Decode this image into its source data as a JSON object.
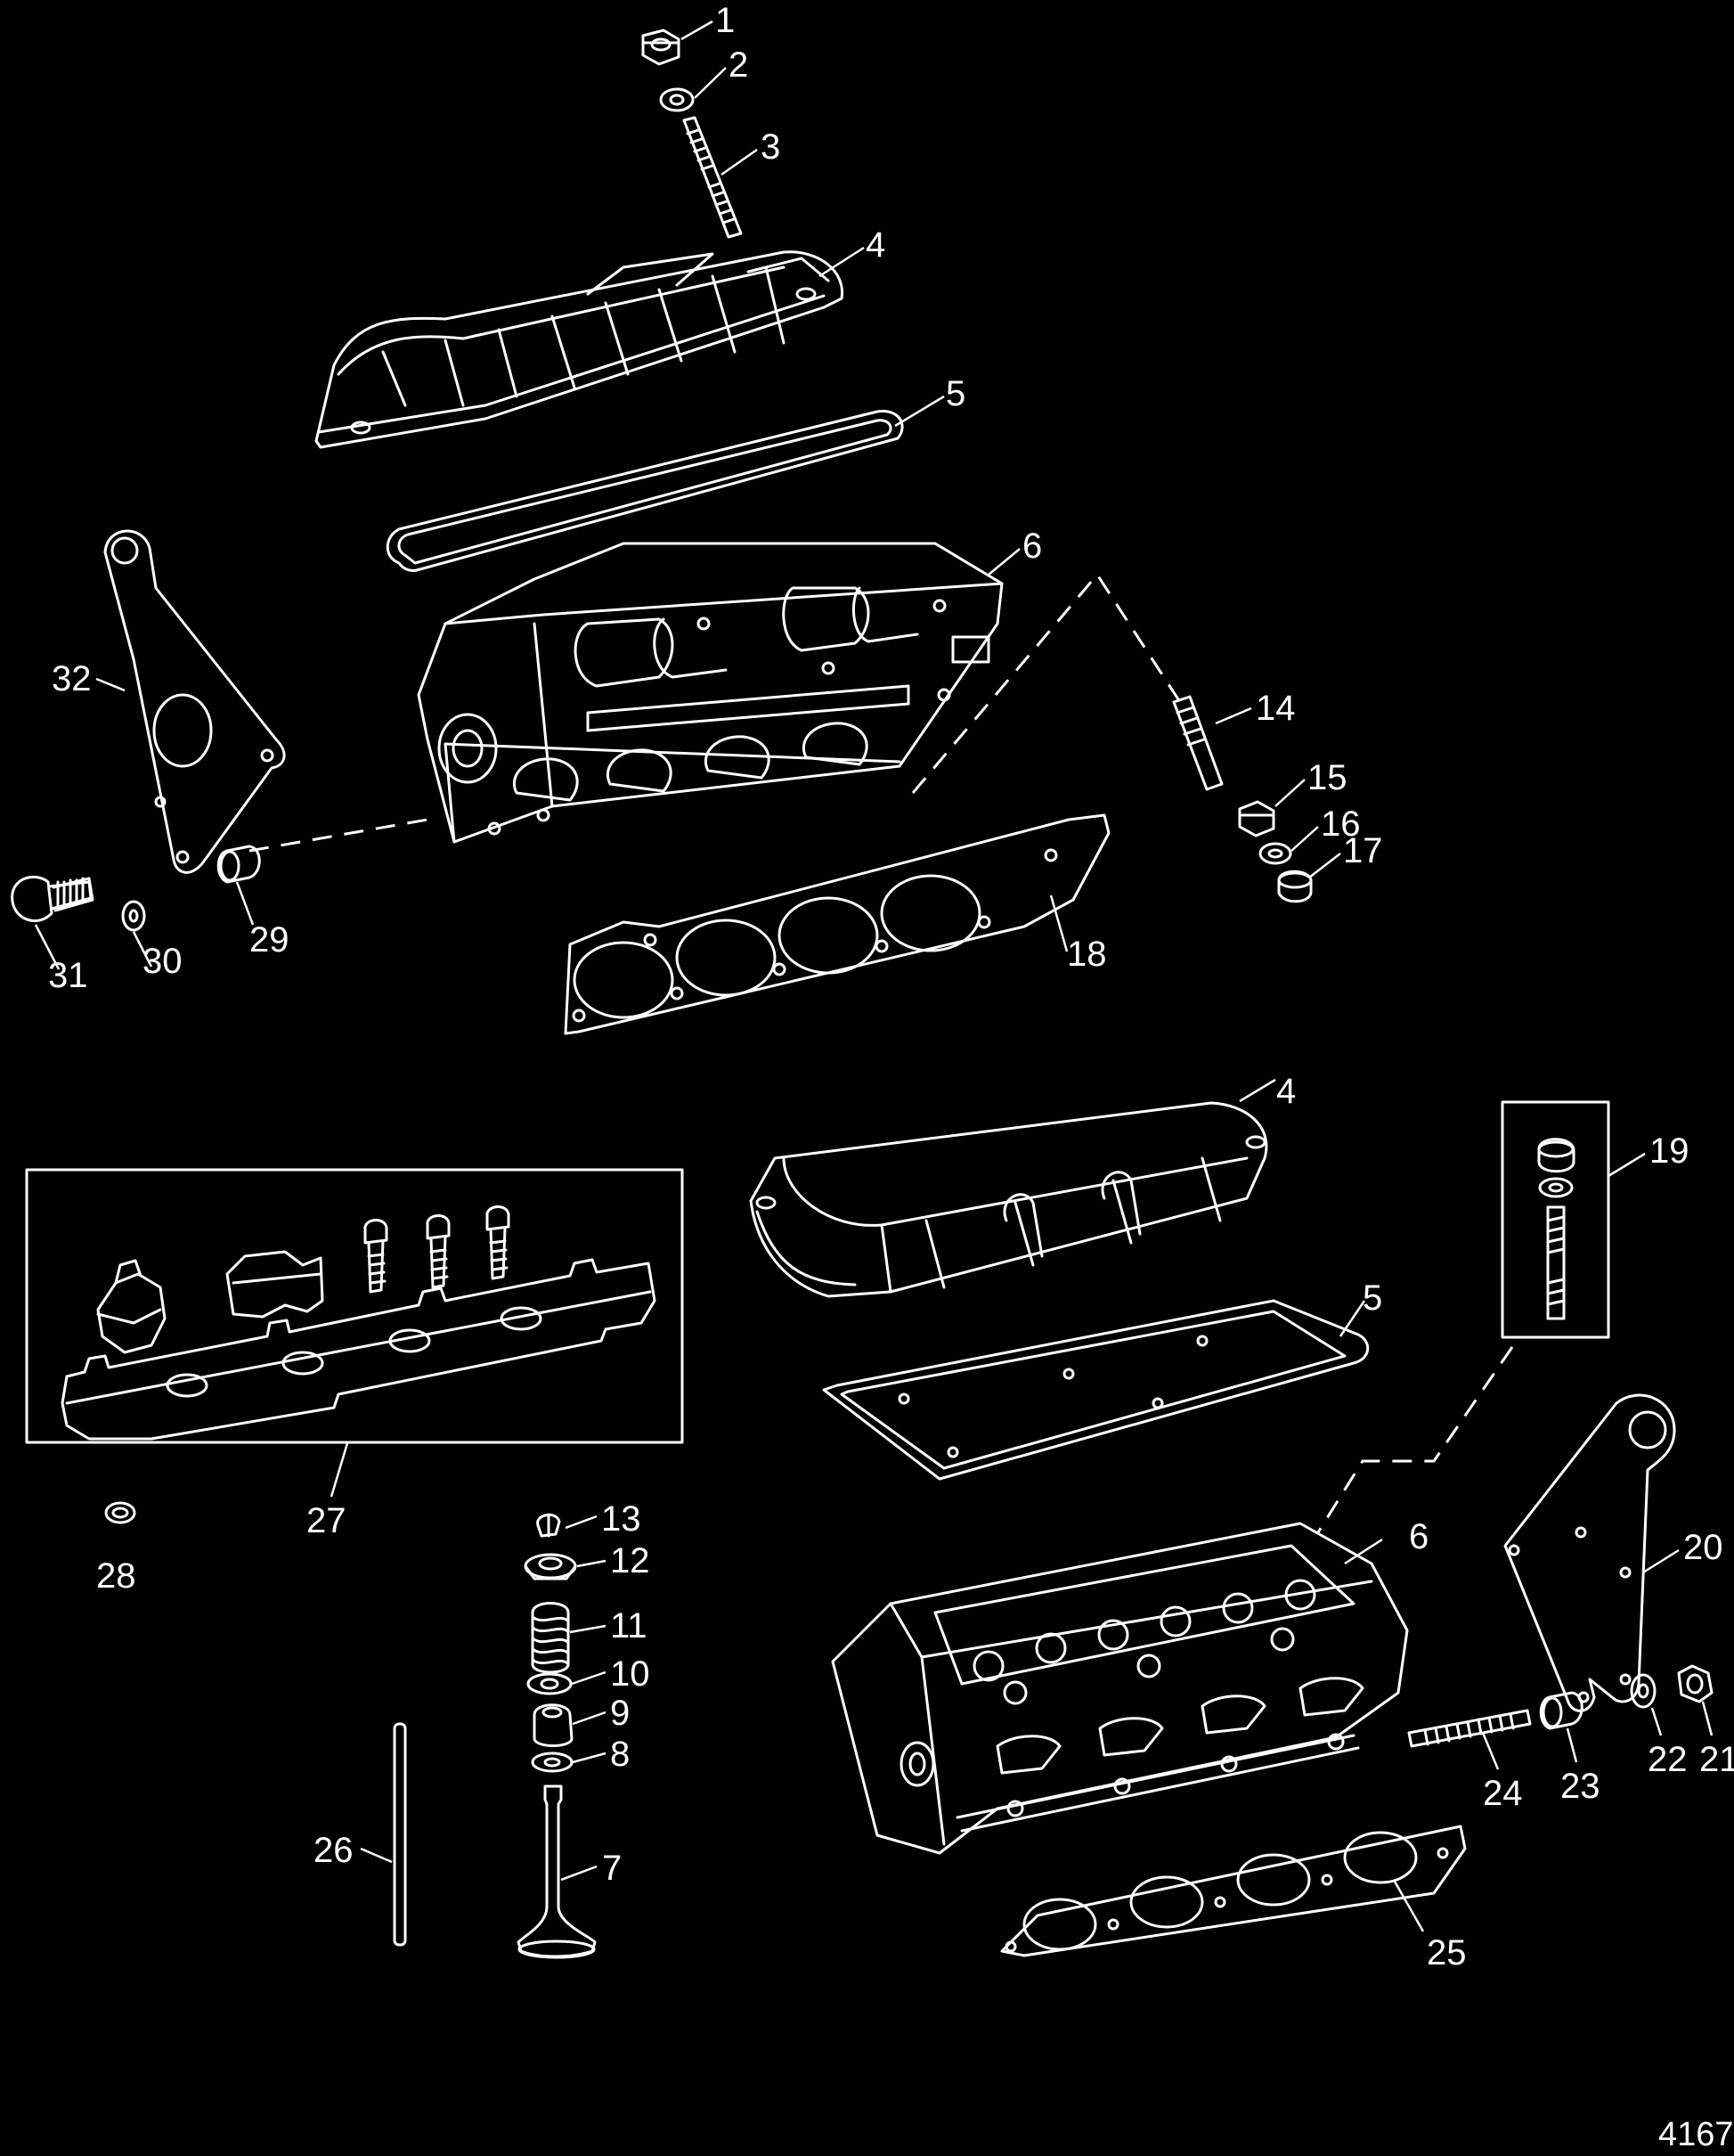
{
  "diagram": {
    "reference_number": "4167",
    "colors": {
      "background": "#000000",
      "line": "#ffffff"
    },
    "callouts": [
      {
        "id": "c1",
        "label": "1"
      },
      {
        "id": "c2",
        "label": "2"
      },
      {
        "id": "c3",
        "label": "3"
      },
      {
        "id": "c4a",
        "label": "4"
      },
      {
        "id": "c5a",
        "label": "5"
      },
      {
        "id": "c6a",
        "label": "6"
      },
      {
        "id": "c14",
        "label": "14"
      },
      {
        "id": "c15",
        "label": "15"
      },
      {
        "id": "c16",
        "label": "16"
      },
      {
        "id": "c17",
        "label": "17"
      },
      {
        "id": "c18",
        "label": "18"
      },
      {
        "id": "c29",
        "label": "29"
      },
      {
        "id": "c30",
        "label": "30"
      },
      {
        "id": "c31",
        "label": "31"
      },
      {
        "id": "c32",
        "label": "32"
      },
      {
        "id": "c4b",
        "label": "4"
      },
      {
        "id": "c5b",
        "label": "5"
      },
      {
        "id": "c6b",
        "label": "6"
      },
      {
        "id": "c19",
        "label": "19"
      },
      {
        "id": "c20",
        "label": "20"
      },
      {
        "id": "c21",
        "label": "21"
      },
      {
        "id": "c22",
        "label": "22"
      },
      {
        "id": "c23",
        "label": "23"
      },
      {
        "id": "c24",
        "label": "24"
      },
      {
        "id": "c25",
        "label": "25"
      },
      {
        "id": "c26",
        "label": "26"
      },
      {
        "id": "c27",
        "label": "27"
      },
      {
        "id": "c28",
        "label": "28"
      },
      {
        "id": "c7",
        "label": "7"
      },
      {
        "id": "c8",
        "label": "8"
      },
      {
        "id": "c9",
        "label": "9"
      },
      {
        "id": "c10",
        "label": "10"
      },
      {
        "id": "c11",
        "label": "11"
      },
      {
        "id": "c12",
        "label": "12"
      },
      {
        "id": "c13",
        "label": "13"
      }
    ]
  }
}
